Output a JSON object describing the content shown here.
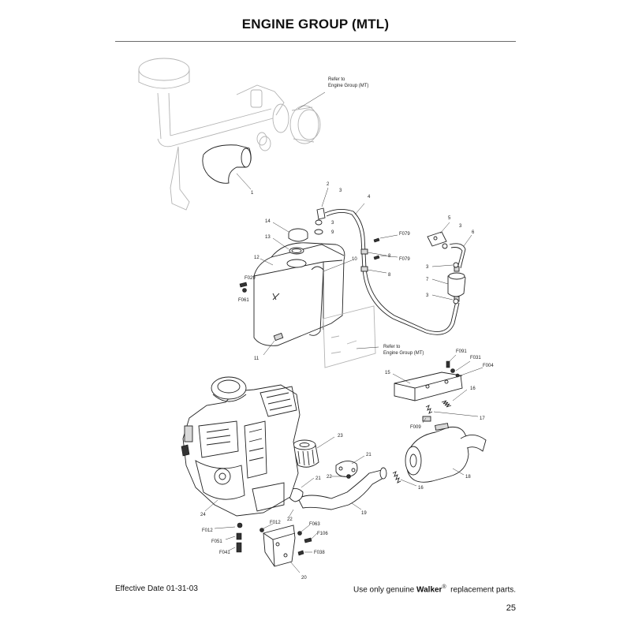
{
  "page": {
    "title": "ENGINE GROUP (MTL)",
    "effective_date": "Effective Date 01-31-03",
    "notice_prefix": "Use only genuine ",
    "notice_brand": "Walker",
    "notice_mark": "®",
    "notice_suffix": "  replacement parts.",
    "page_number": "25"
  },
  "callouts": {
    "refer_top": [
      "Refer to",
      "Engine Group (MT)"
    ],
    "refer_mid": [
      "Refer to",
      "Engine Group (MT)"
    ],
    "parts": [
      "1",
      "2",
      "3",
      "4",
      "14",
      "3",
      "9",
      "13",
      "F079",
      "12",
      "10",
      "8",
      "F079",
      "8",
      "F029",
      "F061",
      "11",
      "5",
      "3",
      "6",
      "3",
      "7",
      "3",
      "F091",
      "F031",
      "F004",
      "15",
      "16",
      "17",
      "F009",
      "23",
      "21",
      "21",
      "22",
      "18",
      "16",
      "24",
      "22",
      "19",
      "F012",
      "F012",
      "F063",
      "F106",
      "F051",
      "F038",
      "F041",
      "20"
    ]
  },
  "colors": {
    "ghost": "#b3b3b3",
    "ink": "#222222"
  }
}
